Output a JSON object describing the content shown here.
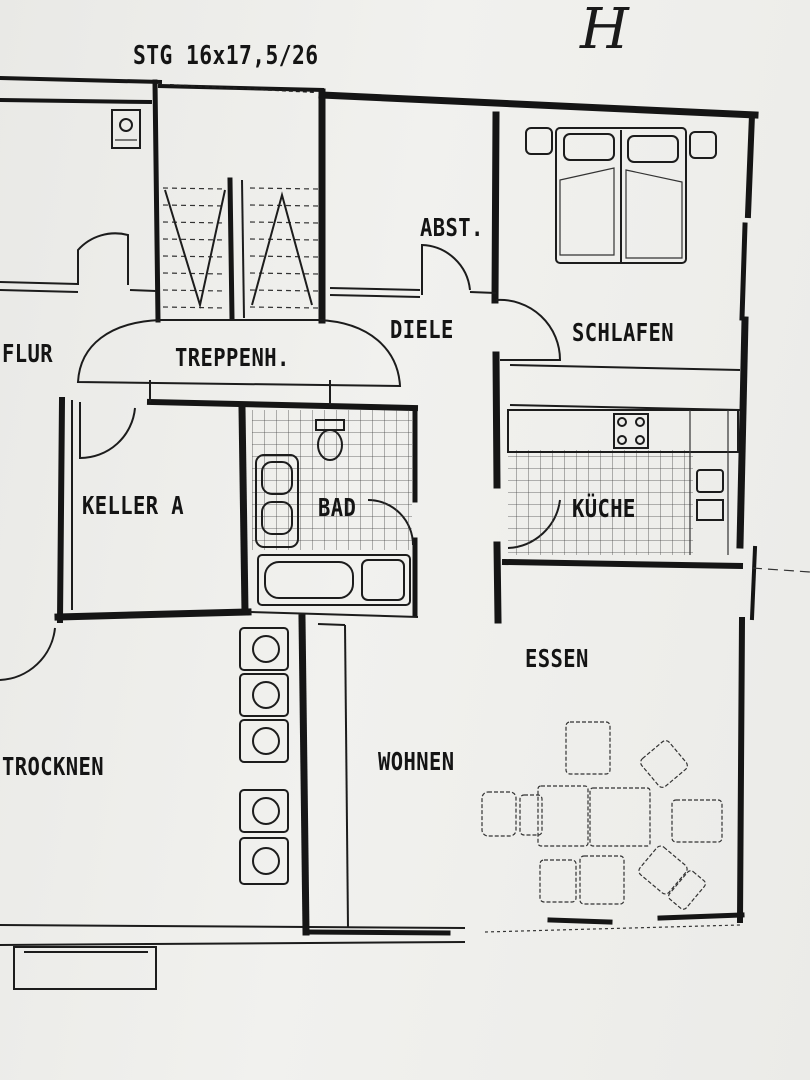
{
  "plan": {
    "corner_mark": "H",
    "stair_spec": "STG 16x17,5/26",
    "rooms": {
      "flur": "FLUR",
      "treppenhaus": "TREPPENH.",
      "abstellraum": "ABST.",
      "diele": "DIELE",
      "schlafen": "SCHLAFEN",
      "keller": "KELLER A",
      "bad": "BAD",
      "kueche": "KÜCHE",
      "essen": "ESSEN",
      "trocknen": "TROCKNEN",
      "wohnen": "WOHNEN"
    }
  }
}
